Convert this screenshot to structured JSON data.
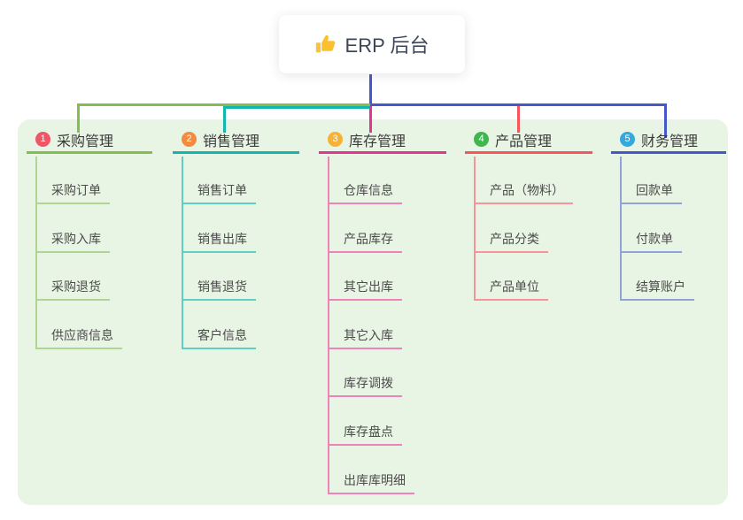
{
  "root": {
    "label": "ERP 后台",
    "icon": "thumbs-up-icon"
  },
  "canvas": {
    "background": "#ffffff",
    "panel_background": "#e9f5e4",
    "root_connector_color": "#4558c9"
  },
  "branches": [
    {
      "index": "1",
      "label": "采购管理",
      "badge_color": "#ef5767",
      "line_color": "#83bf4f",
      "child_line_color": "#aed592",
      "children": [
        "采购订单",
        "采购入库",
        "采购退货",
        "供应商信息"
      ]
    },
    {
      "index": "2",
      "label": "销售管理",
      "badge_color": "#f58a3e",
      "line_color": "#11b7ae",
      "child_line_color": "#5fcfc5",
      "children": [
        "销售订单",
        "销售出库",
        "销售退货",
        "客户信息"
      ]
    },
    {
      "index": "3",
      "label": "库存管理",
      "badge_color": "#f6b236",
      "line_color": "#e0368f",
      "child_line_color": "#ee82bb",
      "children": [
        "仓库信息",
        "产品库存",
        "其它出库",
        "其它入库",
        "库存调拨",
        "库存盘点",
        "出库库明细"
      ]
    },
    {
      "index": "4",
      "label": "产品管理",
      "badge_color": "#3eb84e",
      "line_color": "#f6555c",
      "child_line_color": "#f79499",
      "children": [
        "产品（物料）",
        "产品分类",
        "产品单位"
      ]
    },
    {
      "index": "5",
      "label": "财务管理",
      "badge_color": "#35a9db",
      "line_color": "#4558c9",
      "child_line_color": "#90a4dc",
      "children": [
        "回款单",
        "付款单",
        "结算账户"
      ]
    }
  ]
}
